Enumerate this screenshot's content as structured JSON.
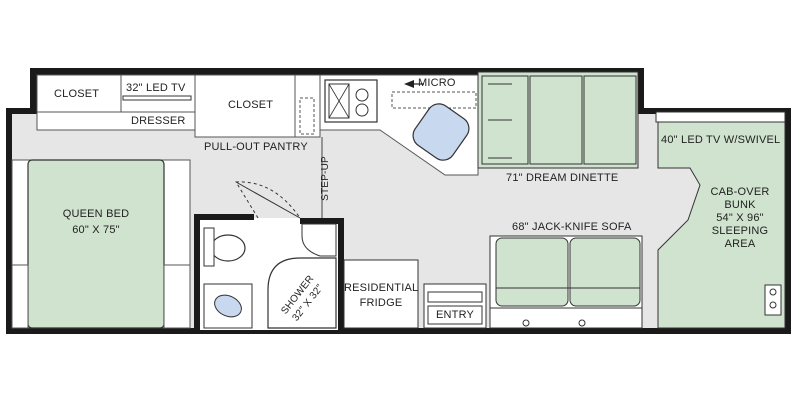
{
  "floorplan": {
    "colors": {
      "wall": "#1a1a1a",
      "floor": "#e6e6e6",
      "furniture_fill": "#cfe3cf",
      "sink_fill": "#c8d8ee",
      "white": "#ffffff"
    },
    "labels": {
      "closet_left": "CLOSET",
      "led_tv_32": "32\" LED TV",
      "dresser": "DRESSER",
      "closet_center": "CLOSET",
      "micro": "MICRO",
      "pullout_pantry": "PULL-OUT PANTRY",
      "led_tv_40": "40\" LED TV W/SWIVEL",
      "dream_dinette": "71\" DREAM DINETTE",
      "step_up": "STEP-UP",
      "queen_bed_line1": "QUEEN BED",
      "queen_bed_line2": "60\" X 75\"",
      "cab_over_line1": "CAB-OVER",
      "cab_over_line2": "BUNK",
      "cab_over_line3": "54\" X 96\"",
      "cab_over_line4": "SLEEPING",
      "cab_over_line5": "AREA",
      "jackknife_sofa": "68\" JACK-KNIFE SOFA",
      "shower_line1": "SHOWER",
      "shower_line2": "32\" X 32\"",
      "residential_fridge_line1": "RESIDENTIAL",
      "residential_fridge_line2": "FRIDGE",
      "entry": "ENTRY"
    }
  }
}
